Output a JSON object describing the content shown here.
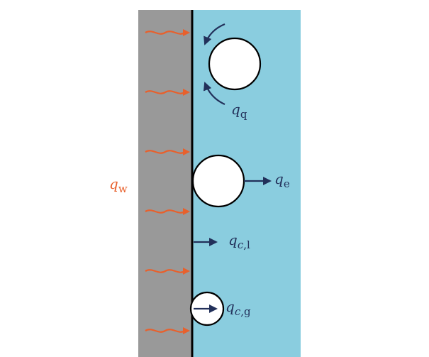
{
  "labels": {
    "qw": {
      "base": "q",
      "sub": "w"
    },
    "qq": {
      "base": "q",
      "sub": "q"
    },
    "qe": {
      "base": "q",
      "sub": "e"
    },
    "qc1": {
      "base": "q",
      "sub_italic": "c",
      "sub_rest": ",l"
    },
    "qcg": {
      "base": "q",
      "sub_italic": "c",
      "sub_rest": ",g"
    }
  },
  "colors": {
    "wall": "#999999",
    "fluid": "#8acddf",
    "heat_arrow": "#e8602c",
    "flux_arrow": "#22305a",
    "bubble_fill": "#ffffff",
    "outline": "#000000"
  }
}
